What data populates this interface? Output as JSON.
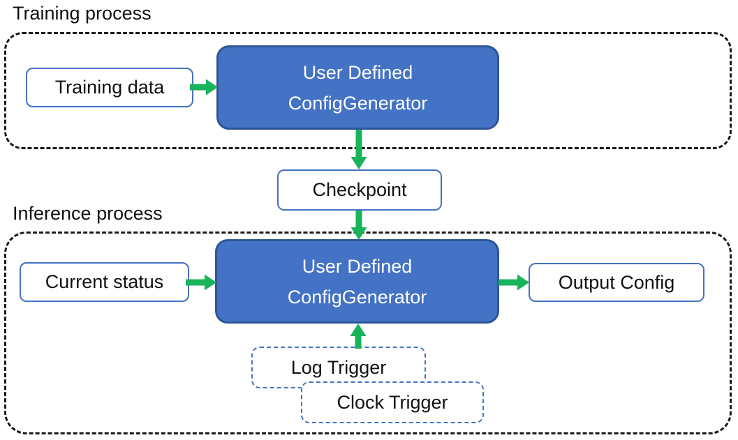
{
  "training": {
    "label": "Training process",
    "input_label": "Training data",
    "generator": {
      "line1": "User Defined",
      "line2": "ConfigGenerator"
    }
  },
  "checkpoint": {
    "label": "Checkpoint"
  },
  "inference": {
    "label": "Inference process",
    "input_label": "Current status",
    "generator": {
      "line1": "User Defined",
      "line2": "ConfigGenerator"
    },
    "output_label": "Output Config",
    "triggers": [
      {
        "label": "Log Trigger"
      },
      {
        "label": "Clock Trigger"
      }
    ]
  },
  "colors": {
    "generator_fill": "#4472C4",
    "generator_border": "#2F5597",
    "box_border": "#4472C4",
    "trigger_border": "#4472C4",
    "arrow_green": "#18B35A",
    "container_dash": "#1A1A1A"
  }
}
